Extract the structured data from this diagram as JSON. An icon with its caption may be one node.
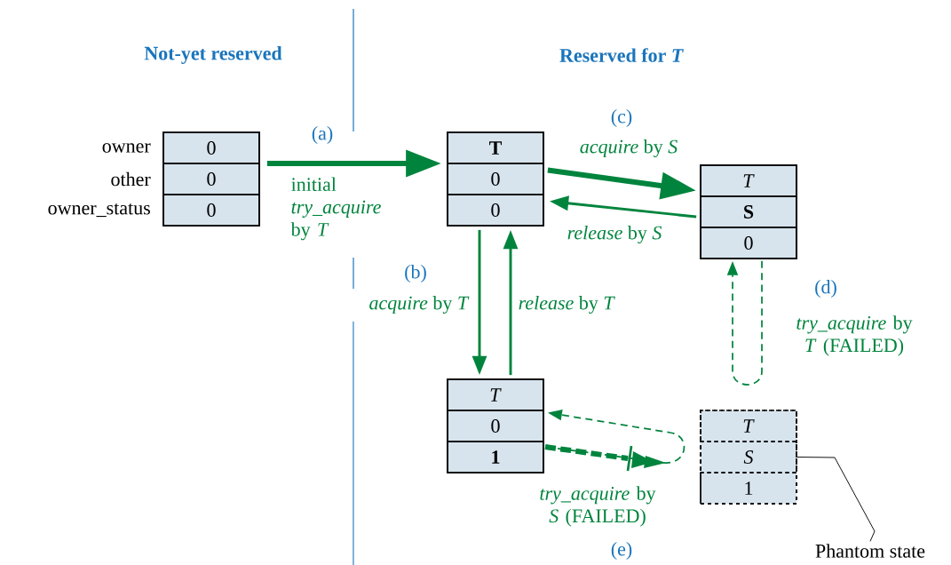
{
  "diagram": {
    "nodes": [
      {
        "text": [
          "0",
          "0",
          "0"
        ],
        "beside": [
          "owner",
          "other",
          "owner_status"
        ]
      },
      {
        "text": [
          "**T**",
          "0",
          "0"
        ]
      },
      {
        "text": [
          "*T*",
          "**S**",
          "0"
        ]
      },
      {
        "text": [
          "*T*",
          "0",
          "**1**"
        ]
      },
      {
        "text": [
          "*T*",
          "*S*",
          "1"
        ]
      },
      {
        "text": [
          "Phantom state"
        ]
      }
    ],
    "edges": [
      {
        "from": 0,
        "to": 1,
        "arrow": "to",
        "style": "thick",
        "label": "initial *try_acquire* by *T*"
      },
      {
        "from": 1,
        "to": 2,
        "arrow": "to",
        "style": "thick",
        "label": "*acquire* by *S*"
      },
      {
        "from": 2,
        "to": 1,
        "arrow": "to",
        "label": "*release* by *S*"
      },
      {
        "from": 1,
        "to": 3,
        "arrow": "to",
        "label": "*acquire* by *T*"
      },
      {
        "from": 3,
        "to": 1,
        "arrow": "to",
        "label": "*release* by *T*"
      },
      {
        "from": 2,
        "to": 2,
        "arrow": "to",
        "style": "dashed",
        "label": "*try_acquire* by *T* (FAILED)"
      },
      {
        "from": 3,
        "to": 3,
        "arrow": "to",
        "style": "dashed",
        "label": "*try_acquire* by *S* (FAILED)"
      },
      {
        "from": 5,
        "to": 4,
        "arrow": "none",
        "color": "#000000"
      }
    ],
    "labels": [
      "Not-yet reserved",
      "Reserved for *T*",
      "(c)",
      "(a)",
      "(b)",
      "(d)",
      "(e)"
    ]
  }
}
